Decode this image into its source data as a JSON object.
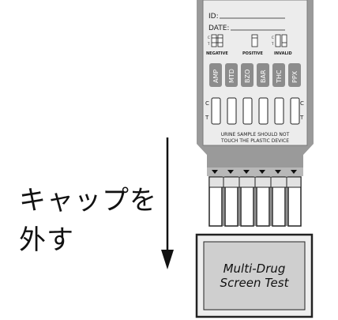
{
  "instruction": {
    "line1": "キャップを",
    "line2": "外す"
  },
  "device": {
    "id_label": "ID:",
    "date_label": "DATE:",
    "result_legend": [
      {
        "label": "NEGATIVE",
        "c": "C",
        "t": "T"
      },
      {
        "label": "POSITIVE"
      },
      {
        "label": "INVALID",
        "c": "C",
        "t": "T"
      }
    ],
    "panels": [
      "AMP",
      "MTD",
      "BZO",
      "BAR",
      "THC",
      "PPX"
    ],
    "window_c": "C",
    "window_t": "T",
    "notice": [
      "URINE SAMPLE SHOULD NOT",
      "TOUCH THE PLASTIC DEVICE"
    ]
  },
  "cap": {
    "line1": "Multi-Drug",
    "line2": "Screen Test"
  }
}
